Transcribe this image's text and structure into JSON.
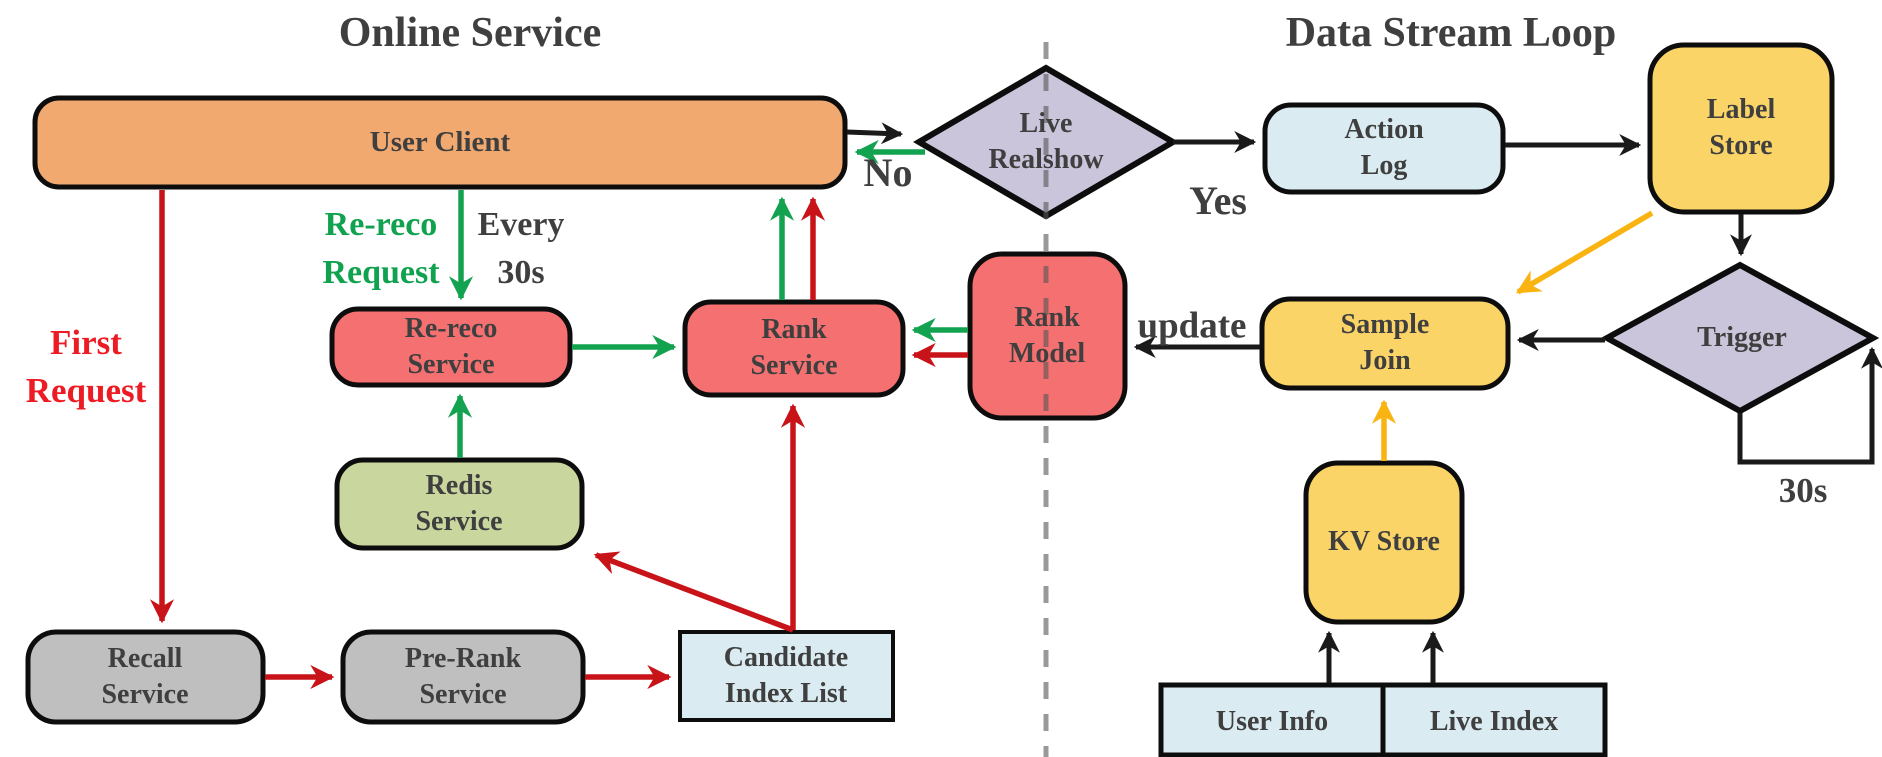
{
  "titles": {
    "online": "Online Service",
    "data_stream": "Data Stream Loop"
  },
  "nodes": {
    "user_client": {
      "label": "User Client"
    },
    "re_reco_service": {
      "lines": [
        "Re-reco",
        "Service"
      ]
    },
    "rank_service": {
      "lines": [
        "Rank",
        "Service"
      ]
    },
    "rank_model": {
      "lines": [
        "Rank",
        "Model"
      ]
    },
    "redis_service": {
      "lines": [
        "Redis",
        "Service"
      ]
    },
    "recall_service": {
      "lines": [
        "Recall",
        "Service"
      ]
    },
    "pre_rank_service": {
      "lines": [
        "Pre-Rank",
        "Service"
      ]
    },
    "candidate_index_list": {
      "lines": [
        "Candidate",
        "Index List"
      ]
    },
    "live_realshow": {
      "lines": [
        "Live",
        "Realshow"
      ]
    },
    "action_log": {
      "lines": [
        "Action",
        "Log"
      ]
    },
    "label_store": {
      "lines": [
        "Label",
        "Store"
      ]
    },
    "trigger": {
      "label": "Trigger"
    },
    "sample_join": {
      "lines": [
        "Sample",
        "Join"
      ]
    },
    "kv_store": {
      "label": "KV Store"
    },
    "user_info": {
      "label": "User Info"
    },
    "live_index": {
      "label": "Live Index"
    }
  },
  "edge_labels": {
    "first_request": {
      "lines": [
        "First",
        "Request"
      ]
    },
    "re_reco_request": {
      "lines": [
        "Re-reco",
        "Request"
      ]
    },
    "every_30s": {
      "lines": [
        "Every",
        "30s"
      ]
    },
    "no": "No",
    "yes": "Yes",
    "update": "update",
    "loop_30s": "30s"
  },
  "colors": {
    "node_orange": "#F2A96F",
    "node_red": "#F57070",
    "node_green": "#C9D79F",
    "node_gray": "#BFBFBF",
    "node_blue": "#DAECF2",
    "node_yellow": "#FAD467",
    "node_lavender": "#CBC5DC",
    "arrow_red": "#C81419",
    "arrow_green": "#13A24F",
    "arrow_black": "#1A1A1A",
    "arrow_yellow": "#F9B412",
    "label_red": "#ED1C24",
    "label_green": "#11A24F",
    "text_dark": "#3F3F3F",
    "divider_gray": "#8C8C8C"
  }
}
